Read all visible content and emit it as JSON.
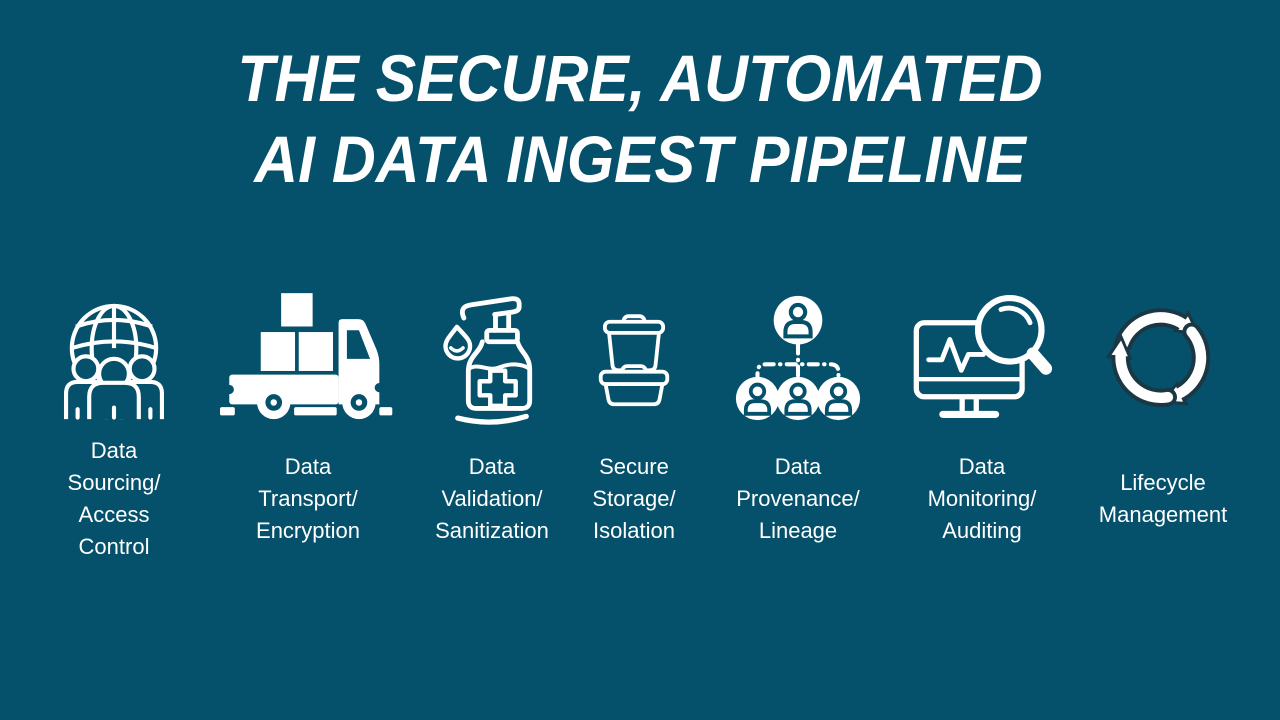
{
  "canvas": {
    "background_color": "#05506A",
    "text_color": "#FFFFFF",
    "cycle_icon_outline_color": "#1B3744"
  },
  "title": {
    "line1": "THE SECURE, AUTOMATED",
    "line2": "AI DATA INGEST PIPELINE"
  },
  "stages": [
    {
      "id": "data-sourcing",
      "icon": "globe-users-icon",
      "label": "Data\nSourcing/\nAccess\nControl"
    },
    {
      "id": "data-transport",
      "icon": "truck-boxes-icon",
      "label": "Data\nTransport/\nEncryption"
    },
    {
      "id": "data-validation",
      "icon": "sanitizer-bottle-icon",
      "label": "Data\nValidation/\nSanitization"
    },
    {
      "id": "secure-storage",
      "icon": "storage-containers-icon",
      "label": "Secure\nStorage/\nIsolation"
    },
    {
      "id": "data-provenance",
      "icon": "people-hierarchy-icon",
      "label": "Data\nProvenance/\nLineage"
    },
    {
      "id": "data-monitoring",
      "icon": "monitor-magnifier-icon",
      "label": "Data\nMonitoring/\nAuditing"
    },
    {
      "id": "lifecycle",
      "icon": "cycle-arrows-icon",
      "label": "Lifecycle\nManagement"
    }
  ]
}
